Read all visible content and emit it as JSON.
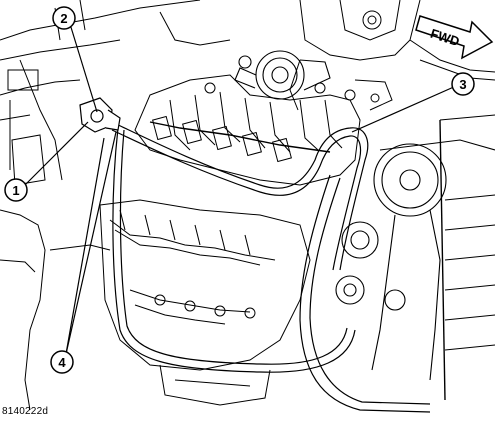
{
  "callouts": [
    {
      "number": "1"
    },
    {
      "number": "2"
    },
    {
      "number": "3"
    },
    {
      "number": "4"
    }
  ],
  "direction_label": "FWD",
  "figure_code": "8140222d",
  "colors": {
    "line": "#000000",
    "background": "#ffffff"
  }
}
